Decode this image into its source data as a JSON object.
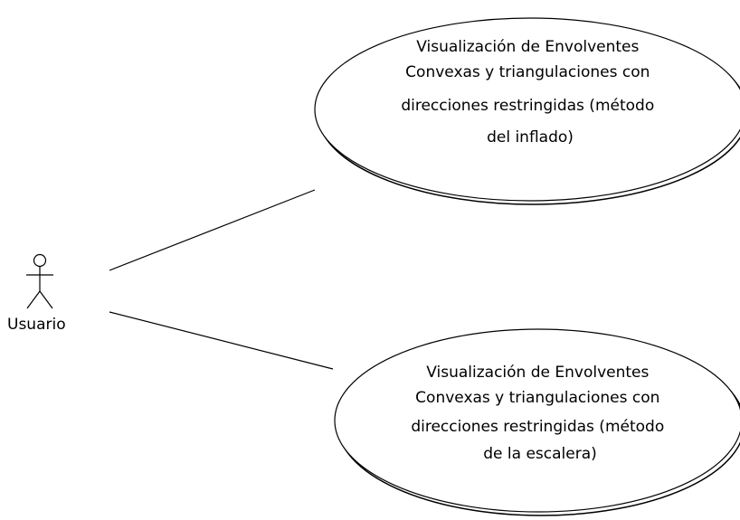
{
  "actor": {
    "label": "Usuario",
    "icon": "stick-figure-icon"
  },
  "use_cases": [
    {
      "lines": [
        "Visualización de Envolventes",
        "Convexas y triangulaciones con",
        "direcciones restringidas (método",
        "del inflado)"
      ]
    },
    {
      "lines": [
        "Visualización de Envolventes",
        "Convexas y triangulaciones con",
        "direcciones restringidas (método",
        "de la escalera)"
      ]
    }
  ],
  "colors": {
    "stroke": "#000000",
    "fill": "#ffffff",
    "shadow": "#000000"
  }
}
